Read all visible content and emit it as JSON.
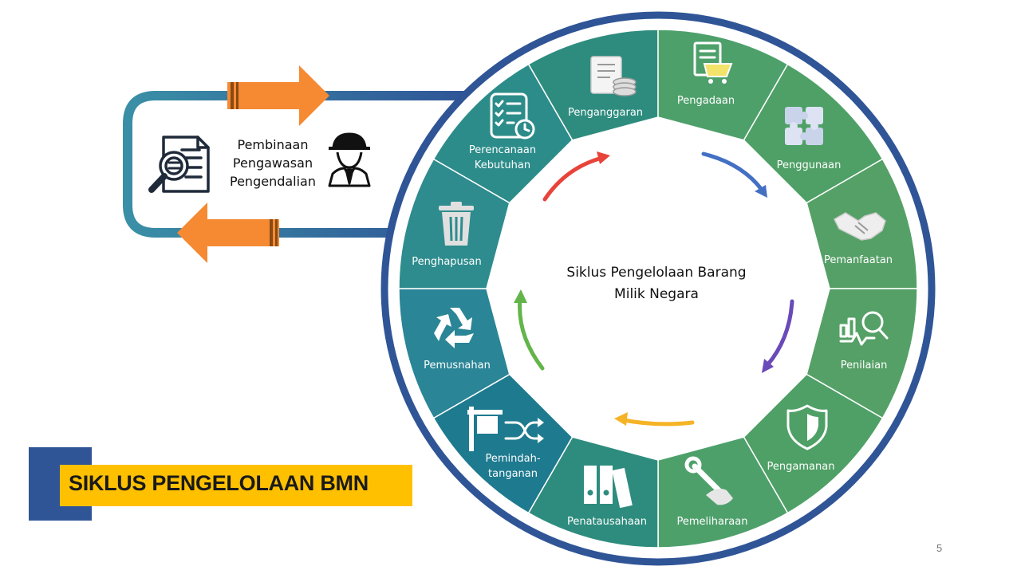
{
  "cycle": {
    "center_title_line1": "Siklus Pengelolaan Barang",
    "center_title_line2": "Milik Negara",
    "stages": [
      {
        "label": [
          "Penganggaran"
        ],
        "icon": "budget-document-coins-icon",
        "color": "#2E8C7E"
      },
      {
        "label": [
          "Pengadaan"
        ],
        "icon": "shopping-cart-checklist-icon",
        "color": "#4EA06B"
      },
      {
        "label": [
          "Penggunaan"
        ],
        "icon": "puzzle-pieces-icon",
        "color": "#4FA066"
      },
      {
        "label": [
          "Pemanfaatan"
        ],
        "icon": "handshake-icon",
        "color": "#55A066"
      },
      {
        "label": [
          "Penilaian"
        ],
        "icon": "chart-magnifier-icon",
        "color": "#55A066"
      },
      {
        "label": [
          "Pengamanan"
        ],
        "icon": "shield-icon",
        "color": "#4FA066"
      },
      {
        "label": [
          "Pemeliharaan"
        ],
        "icon": "wrench-hand-icon",
        "color": "#4EA06B"
      },
      {
        "label": [
          "Penatausahaan"
        ],
        "icon": "binders-icon",
        "color": "#2E8C7E"
      },
      {
        "label": [
          "Pemindah-",
          "tanganan"
        ],
        "icon": "signpost-transfer-icon",
        "color": "#1E7A8F"
      },
      {
        "label": [
          "Pemusnahan"
        ],
        "icon": "recycle-icon",
        "color": "#2A8596"
      },
      {
        "label": [
          "Penghapusan"
        ],
        "icon": "trash-bin-icon",
        "color": "#2E8C8E"
      },
      {
        "label": [
          "Perencanaan",
          "Kebutuhan"
        ],
        "icon": "checklist-clock-icon",
        "color": "#2C8C8A"
      }
    ]
  },
  "oversight": {
    "lines": [
      "Pembinaan",
      "Pengawasan",
      "Pengendalian"
    ],
    "icons": [
      "document-magnifier-icon",
      "inspector-person-icon",
      "orange-arrow-right-icon",
      "orange-arrow-left-icon"
    ]
  },
  "title_banner": {
    "text": "SIKLUS PENGELOLAAN BMN"
  },
  "colors": {
    "ring_blue": "#2F5597",
    "loop_teal": "#3A8FA6",
    "arrow_orange": "#F58A33",
    "banner_yellow": "#FFC000",
    "banner_blue": "#2F5597"
  },
  "page_number": "5"
}
